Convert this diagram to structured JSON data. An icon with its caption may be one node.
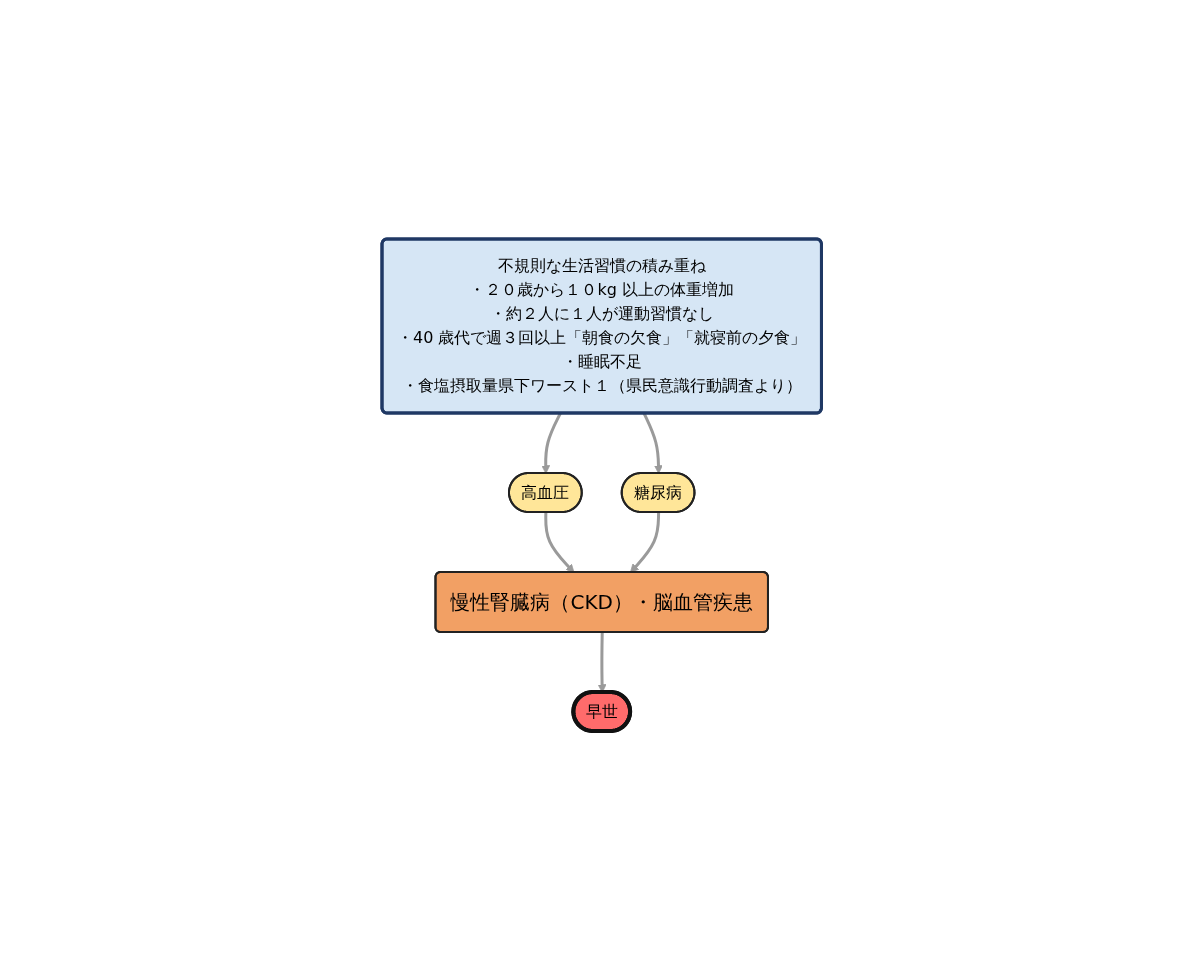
{
  "diagram": {
    "nodes": [
      {
        "text": [
          "不規則な生活習慣の積み重ね",
          "・２０歳から１０kg 以上の体重増加",
          "・約２人に１人が運動習慣なし",
          "・40 歳代で週３回以上「朝食の欠食」「就寝前の夕食」",
          "・睡眠不足",
          "・食塩摂取量県下ワースト１（県民意識行動調査より）"
        ]
      },
      {
        "text": [
          "高血圧"
        ]
      },
      {
        "text": [
          "糖尿病"
        ]
      },
      {
        "text": [
          "慢性腎臓病（CKD）・脳血管疾患"
        ]
      },
      {
        "text": [
          "早世"
        ]
      }
    ],
    "edges": [
      {
        "from": 0,
        "to": 1,
        "arrow": "to"
      },
      {
        "from": 0,
        "to": 2,
        "arrow": "to"
      },
      {
        "from": 1,
        "to": 3,
        "arrow": "to"
      },
      {
        "from": 2,
        "to": 3,
        "arrow": "to"
      },
      {
        "from": 3,
        "to": 4,
        "arrow": "to"
      }
    ]
  }
}
